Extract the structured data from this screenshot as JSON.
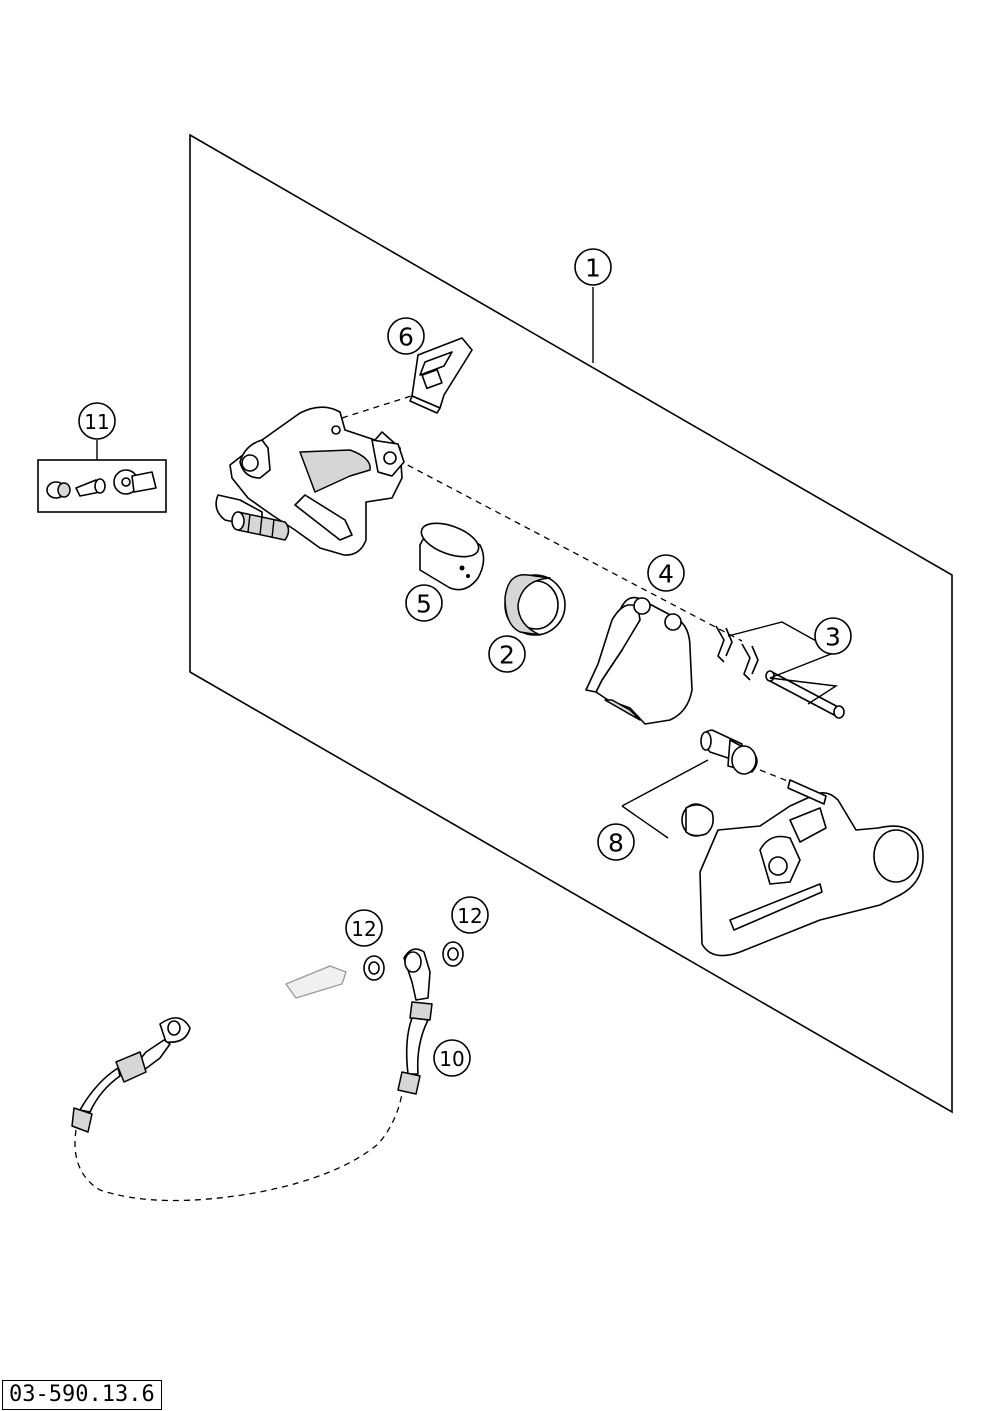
{
  "callouts": [
    {
      "id": "c1",
      "label": "1"
    },
    {
      "id": "c2",
      "label": "2"
    },
    {
      "id": "c3",
      "label": "3"
    },
    {
      "id": "c4",
      "label": "4"
    },
    {
      "id": "c5",
      "label": "5"
    },
    {
      "id": "c6",
      "label": "6"
    },
    {
      "id": "c8",
      "label": "8"
    },
    {
      "id": "c10",
      "label": "10"
    },
    {
      "id": "c11",
      "label": "11"
    },
    {
      "id": "c12a",
      "label": "12"
    },
    {
      "id": "c12b",
      "label": "12"
    }
  ],
  "reference_code": "03-590.13.6"
}
